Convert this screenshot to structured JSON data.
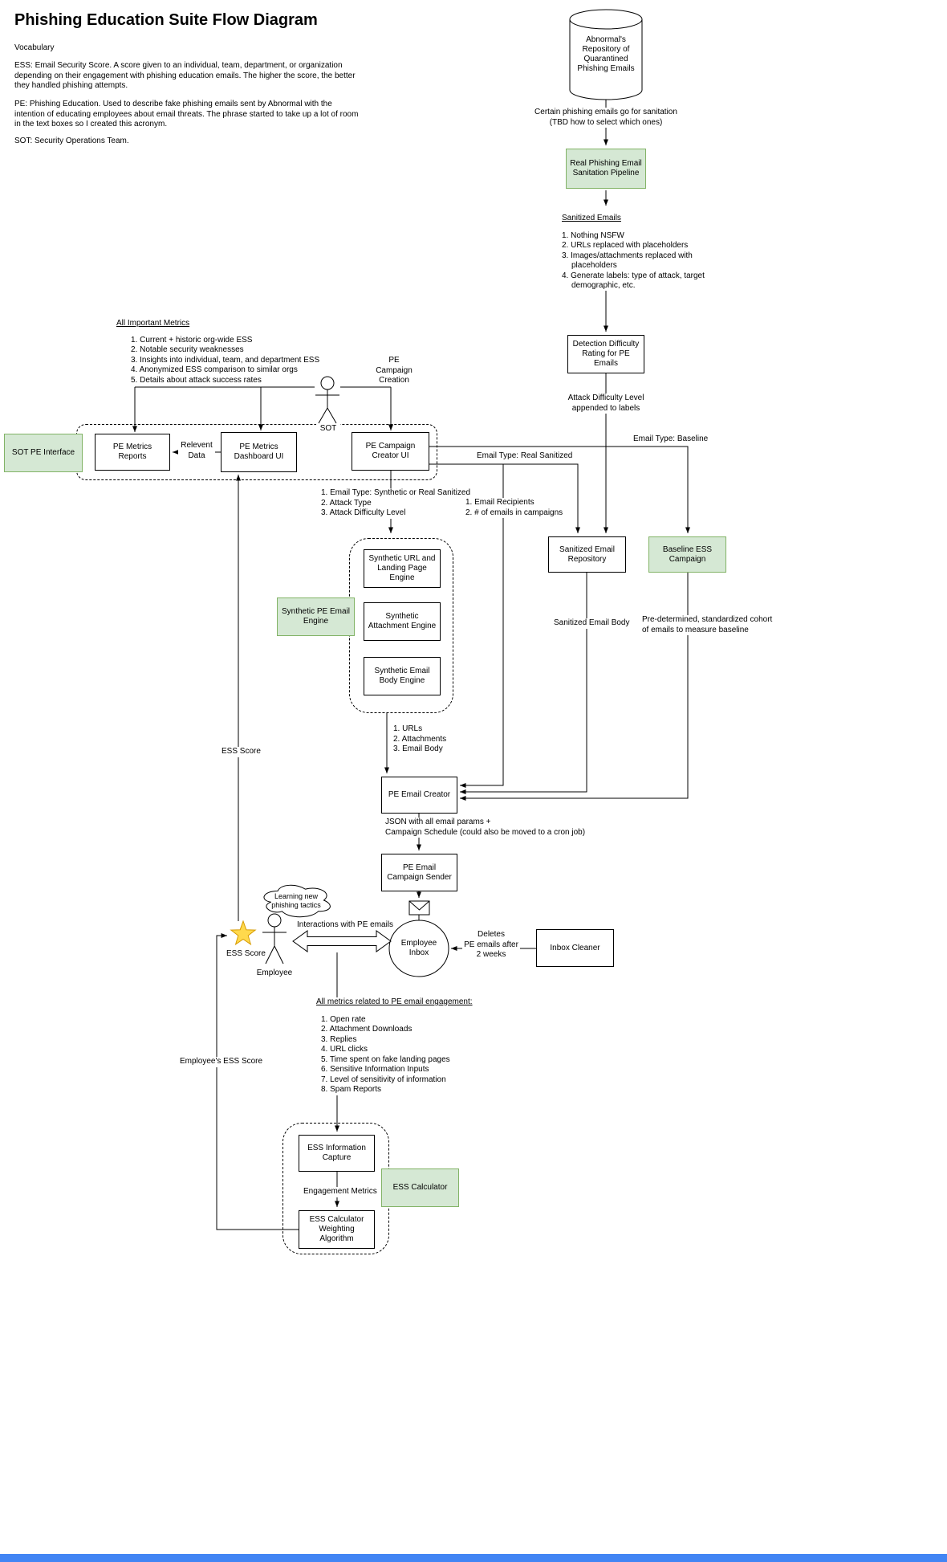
{
  "colors": {
    "green-fill": "#d5e8d4",
    "green-stroke": "#82b366",
    "star-fill": "#ffd94d",
    "star-stroke": "#d79b00",
    "bar-blue": "#4285f4"
  },
  "title": "Phishing Education Suite Flow Diagram",
  "vocabulary": {
    "heading": "Vocabulary",
    "ess": "ESS: Email Security Score. A score given to an individual, team, department, or organization depending on their engagement with phishing education emails. The higher the score, the better they handled phishing attempts.",
    "pe": "PE: Phishing Education. Used to describe fake phishing emails sent by Abnormal with the intention of educating employees about email threats. The phrase started to take up a lot of room in the text boxes so I created this acronym.",
    "sot": "SOT: Security Operations Team."
  },
  "nodes": {
    "repository_db": "Abnormal's Repository of Quarantined Phishing Emails",
    "sanitation_pipeline": "Real Phishing Email Sanitation Pipeline",
    "detection_difficulty": "Detection Difficulty Rating for PE Emails",
    "sanitized_email_repository": "Sanitized Email Repository",
    "baseline_ess_campaign": "Baseline ESS Campaign",
    "sot_pe_interface": "SOT PE Interface",
    "pe_metrics_reports": "PE Metrics Reports",
    "pe_metrics_dashboard": "PE Metrics Dashboard UI",
    "pe_campaign_creator": "PE Campaign Creator UI",
    "synthetic_pe_email_engine": "Synthetic PE Email Engine",
    "synthetic_url_engine": "Synthetic URL and Landing Page Engine",
    "synthetic_attachment_engine": "Synthetic Attachment Engine",
    "synthetic_email_body_engine": "Synthetic Email Body Engine",
    "pe_email_creator": "PE Email Creator",
    "pe_email_campaign_sender": "PE Email Campaign Sender",
    "employee_inbox": "Employee Inbox",
    "inbox_cleaner": "Inbox Cleaner",
    "ess_information_capture": "ESS Information Capture",
    "ess_calculator": "ESS Calculator",
    "ess_weighting_algorithm": "ESS Calculator Weighting Algorithm"
  },
  "labels": {
    "sanitation_note": [
      "Certain phishing emails go for sanitation",
      "(TBD how to select which ones)"
    ],
    "sanitized_emails_heading": "Sanitized Emails",
    "sanitized_emails_list": [
      "1. Nothing NSFW",
      "2. URLs replaced with placeholders",
      "3. Images/attachments replaced with placeholders",
      "4. Generate labels: type of attack, target demographic, etc."
    ],
    "attack_difficulty_note": [
      "Attack Difficulty Level",
      "appended to labels"
    ],
    "important_metrics_heading": "All Important Metrics",
    "important_metrics_list": [
      "1. Current + historic org-wide ESS",
      "2. Notable security weaknesses",
      "3. Insights into individual, team, and department ESS",
      "4. Anonymized ESS comparison to similar orgs",
      "5. Details about attack success rates"
    ],
    "sot_actor": "SOT",
    "pe_campaign_creation": [
      "PE",
      "Campaign",
      "Creation"
    ],
    "relevent_data": [
      "Relevent",
      "Data"
    ],
    "email_type_baseline": "Email Type: Baseline",
    "email_type_real_sanitized": "Email Type: Real Sanitized",
    "campaign_params_list": [
      "1. Email Type: Synthetic or Real Sanitized",
      "2. Attack Type",
      "3. Attack Difficulty Level"
    ],
    "email_recipients_list": [
      "1. Email Recipients",
      "2. # of emails in campaigns"
    ],
    "sanitized_email_body": "Sanitized Email Body",
    "baseline_cohort_note": [
      "Pre-determined, standardized cohort",
      "of emails to measure baseline"
    ],
    "email_parts_list": [
      "1. URLs",
      "2. Attachments",
      "3. Email Body"
    ],
    "ess_score_upper": "ESS Score",
    "json_params_note": [
      "JSON with all email params +",
      "Campaign Schedule (could also be moved to a cron job)"
    ],
    "learning_cloud": "Learning new phishing tactics",
    "interactions_label": "Interactions with PE emails",
    "employee_label": "Employee",
    "ess_score_star": "ESS Score",
    "deletes_note": [
      "Deletes",
      "PE emails after",
      "2 weeks"
    ],
    "engagement_metrics_heading": "All metrics related to PE email engagement:",
    "engagement_metrics_list": [
      "1. Open rate",
      "2. Attachment Downloads",
      "3. Replies",
      "4. URL clicks",
      "5. Time spent on fake landing pages",
      "6. Sensitive Information Inputs",
      "7. Level of sensitivity of information",
      "8. Spam Reports"
    ],
    "employees_ess_score": "Employee's ESS Score",
    "engagement_metrics_label": "Engagement Metrics"
  },
  "icons": {
    "envelope": "✉",
    "star": "★"
  }
}
